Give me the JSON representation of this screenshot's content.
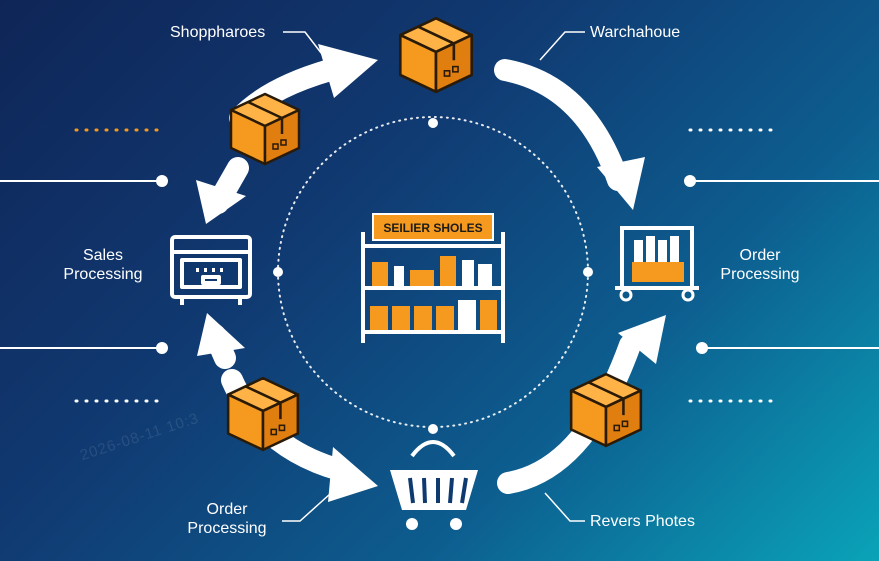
{
  "labels": {
    "top_left": "Shoppharoes",
    "top_right": "Warchahoue",
    "left_line1": "Sales",
    "left_line2": "Processing",
    "right_line1": "Order",
    "right_line2": "Processing",
    "bottom_left_line1": "Order",
    "bottom_left_line2": "Processing",
    "bottom_right": "Revers Photes"
  },
  "center": {
    "shelf_sign": "SEILIER SHOLES"
  },
  "watermark": "2026-08-11 10:3",
  "colors": {
    "background_start": "#0f2557",
    "background_end": "#0aa3b8",
    "box_orange": "#f59a1f",
    "accent_white": "#ffffff"
  },
  "icons": [
    "box-icon",
    "shelf-icon",
    "cart-icon",
    "storefront-icon",
    "delivery-cart-icon"
  ]
}
